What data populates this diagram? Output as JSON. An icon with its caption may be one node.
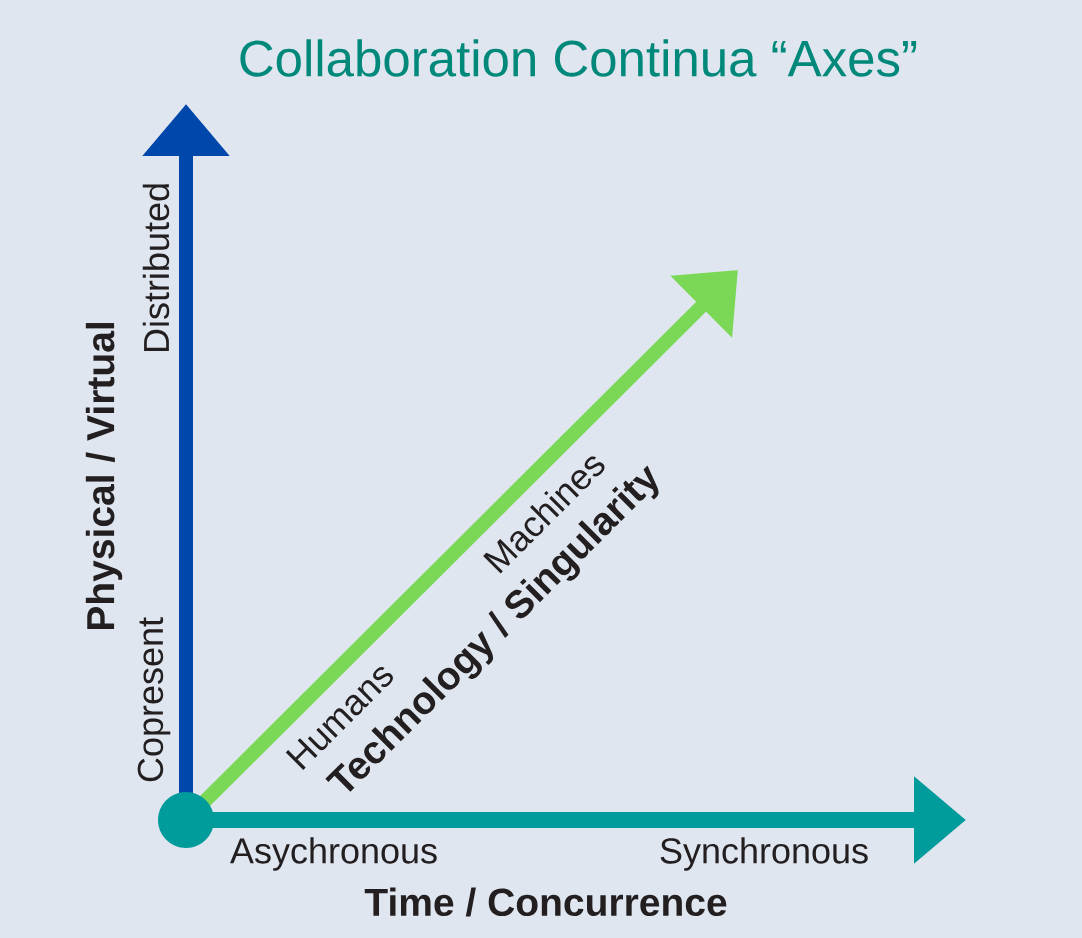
{
  "diagram": {
    "title": "Collaboration Continua “Axes”",
    "labels": [
      "Distributed",
      "Physical / Virtual",
      "Machines",
      "Technology / Singularity",
      "Copresent",
      "Humans",
      "Asychronous",
      "Synchronous",
      "Time / Concurrence"
    ]
  }
}
